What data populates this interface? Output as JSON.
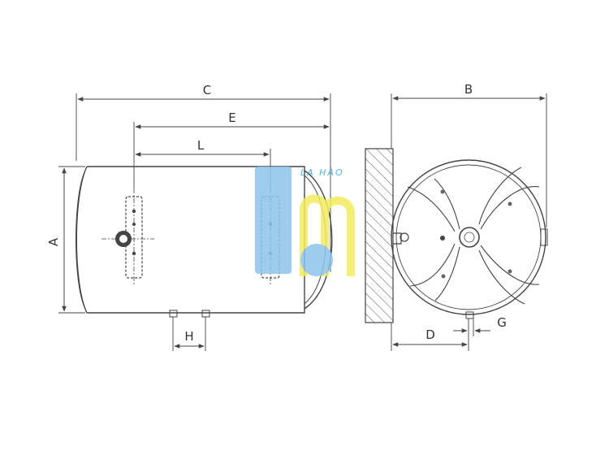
{
  "dimension_labels": {
    "A": "A",
    "B": "B",
    "C": "C",
    "D": "D",
    "E": "E",
    "G": "G",
    "H": "H",
    "L": "L"
  },
  "watermark": {
    "text": "LA HÀO",
    "colors": {
      "blue": "#8cc4ec",
      "yellow": "#f4ec5c",
      "text": "#2aa8e0"
    }
  },
  "line_color": "#444444",
  "hatch_color": "#555555"
}
